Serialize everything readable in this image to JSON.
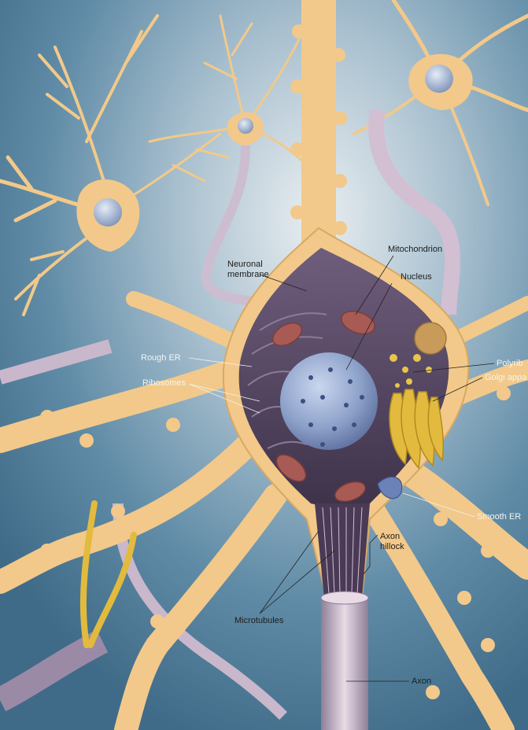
{
  "labels": {
    "neuronal_membrane_1": "Neuronal",
    "neuronal_membrane_2": "membrane",
    "mitochondrion": "Mitochondrion",
    "nucleus": "Nucleus",
    "rough_er": "Rough ER",
    "ribosomes": "Ribosomes",
    "polyribosomes": "Polyrib",
    "golgi_apparatus": "Golgi appa",
    "smooth_er": "Smooth ER",
    "axon_hillock_1": "Axon",
    "axon_hillock_2": "hillock",
    "microtubules": "Microtubules",
    "axon": "Axon"
  },
  "colors": {
    "background": "#4d7a96",
    "neuron": "#f2c98a",
    "cytoplasm": "#5a4a68",
    "nucleus": "#8fa3c9",
    "mitochondria": "#a85a55",
    "golgi": "#e2bb3e",
    "myelin": "#d8c6d8"
  }
}
